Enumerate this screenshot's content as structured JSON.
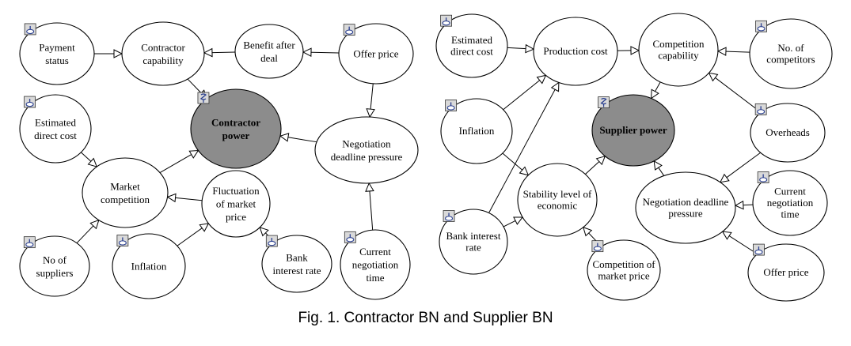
{
  "caption": "Fig. 1. Contractor BN and Supplier BN",
  "diagrams": [
    {
      "name": "contractor",
      "nodes": [
        {
          "id": "payment",
          "lines": [
            "Payment",
            "status"
          ],
          "icon": "chance"
        },
        {
          "id": "capability",
          "lines": [
            "Contractor",
            "capability"
          ],
          "icon": "none"
        },
        {
          "id": "benefit",
          "lines": [
            "Benefit after",
            "deal"
          ],
          "icon": "none"
        },
        {
          "id": "offer",
          "lines": [
            "Offer price"
          ],
          "icon": "chance"
        },
        {
          "id": "estcost",
          "lines": [
            "Estimated",
            "direct cost"
          ],
          "icon": "chance"
        },
        {
          "id": "power",
          "lines": [
            "Contractor",
            "power"
          ],
          "icon": "utility",
          "target": true
        },
        {
          "id": "deadline",
          "lines": [
            "Negotiation",
            "deadline pressure"
          ],
          "icon": "none"
        },
        {
          "id": "market",
          "lines": [
            "Market",
            "competition"
          ],
          "icon": "none"
        },
        {
          "id": "fluct",
          "lines": [
            "Fluctuation",
            "of market",
            "price"
          ],
          "icon": "none"
        },
        {
          "id": "suppliers",
          "lines": [
            "No of",
            "suppliers"
          ],
          "icon": "chance"
        },
        {
          "id": "inflation",
          "lines": [
            "Inflation"
          ],
          "icon": "chance"
        },
        {
          "id": "bank",
          "lines": [
            "Bank",
            "interest rate"
          ],
          "icon": "chance"
        },
        {
          "id": "curtime",
          "lines": [
            "Current",
            "negotiation",
            "time"
          ],
          "icon": "chance"
        }
      ],
      "edges": [
        [
          "payment",
          "capability"
        ],
        [
          "benefit",
          "capability"
        ],
        [
          "offer",
          "benefit"
        ],
        [
          "offer",
          "deadline"
        ],
        [
          "capability",
          "power"
        ],
        [
          "deadline",
          "power"
        ],
        [
          "market",
          "power"
        ],
        [
          "estcost",
          "market"
        ],
        [
          "fluct",
          "market"
        ],
        [
          "suppliers",
          "market"
        ],
        [
          "inflation",
          "fluct"
        ],
        [
          "bank",
          "fluct"
        ],
        [
          "curtime",
          "deadline"
        ]
      ]
    },
    {
      "name": "supplier",
      "nodes": [
        {
          "id": "s_estcost",
          "lines": [
            "Estimated",
            "direct cost"
          ],
          "icon": "chance"
        },
        {
          "id": "s_prodcost",
          "lines": [
            "Production cost"
          ],
          "icon": "none"
        },
        {
          "id": "s_compcap",
          "lines": [
            "Competition",
            "capability"
          ],
          "icon": "none"
        },
        {
          "id": "s_nocomp",
          "lines": [
            "No. of",
            "competitors"
          ],
          "icon": "chance"
        },
        {
          "id": "s_inflation",
          "lines": [
            "Inflation"
          ],
          "icon": "chance"
        },
        {
          "id": "s_power",
          "lines": [
            "Supplier power"
          ],
          "icon": "utility",
          "target": true
        },
        {
          "id": "s_overheads",
          "lines": [
            "Overheads"
          ],
          "icon": "chance"
        },
        {
          "id": "s_stability",
          "lines": [
            "Stability level of",
            "economic"
          ],
          "icon": "none"
        },
        {
          "id": "s_deadline",
          "lines": [
            "Negotiation deadline",
            "pressure"
          ],
          "icon": "none"
        },
        {
          "id": "s_curtime",
          "lines": [
            "Current",
            "negotiation",
            "time"
          ],
          "icon": "chance"
        },
        {
          "id": "s_bank",
          "lines": [
            "Bank interest",
            "rate"
          ],
          "icon": "chance"
        },
        {
          "id": "s_compmkt",
          "lines": [
            "Competition of",
            "market price"
          ],
          "icon": "chance"
        },
        {
          "id": "s_offer",
          "lines": [
            "Offer price"
          ],
          "icon": "chance"
        }
      ],
      "edges": [
        [
          "s_estcost",
          "s_prodcost"
        ],
        [
          "s_prodcost",
          "s_compcap"
        ],
        [
          "s_nocomp",
          "s_compcap"
        ],
        [
          "s_inflation",
          "s_prodcost"
        ],
        [
          "s_inflation",
          "s_stability"
        ],
        [
          "s_bank",
          "s_prodcost"
        ],
        [
          "s_bank",
          "s_stability"
        ],
        [
          "s_compcap",
          "s_power"
        ],
        [
          "s_overheads",
          "s_compcap"
        ],
        [
          "s_overheads",
          "s_deadline"
        ],
        [
          "s_stability",
          "s_power"
        ],
        [
          "s_compmkt",
          "s_stability"
        ],
        [
          "s_deadline",
          "s_power"
        ],
        [
          "s_curtime",
          "s_deadline"
        ],
        [
          "s_offer",
          "s_deadline"
        ]
      ]
    }
  ]
}
